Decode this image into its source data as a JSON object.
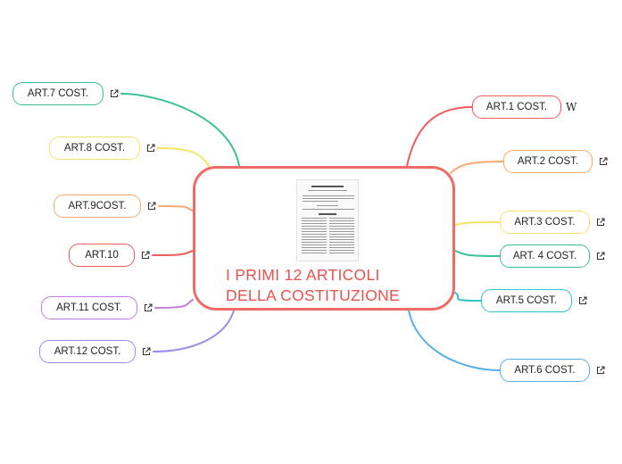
{
  "central": {
    "title": "I PRIMI 12 ARTICOLI\nDELLA COSTITUZIONE",
    "color": "#f06a66"
  },
  "document_image": {
    "icon": "constitution-document-image"
  },
  "branches": [
    {
      "id": "art7",
      "label": "ART.7 COST.",
      "color": "#3bbf98",
      "link": true
    },
    {
      "id": "art8",
      "label": "ART.8 COST.",
      "color": "#f5e36a",
      "link": true
    },
    {
      "id": "art9",
      "label": "ART.9COST.",
      "color": "#f7a96d",
      "link": true
    },
    {
      "id": "art10",
      "label": "ART.10",
      "color": "#ee5c5c",
      "link": true
    },
    {
      "id": "art11",
      "label": "ART.11 COST.",
      "color": "#c27be0",
      "link": true
    },
    {
      "id": "art12",
      "label": "ART.12 COST.",
      "color": "#9c8ce8",
      "link": true
    },
    {
      "id": "art1",
      "label": "ART.1 COST.",
      "color": "#ee5c5c",
      "link": false,
      "wiki": "W"
    },
    {
      "id": "art2",
      "label": "ART.2 COST.",
      "color": "#f7a96d",
      "link": true
    },
    {
      "id": "art3",
      "label": "ART.3 COST.",
      "color": "#f5e36a",
      "link": true
    },
    {
      "id": "art4",
      "label": "ART. 4 COST.",
      "color": "#3bbf98",
      "link": true
    },
    {
      "id": "art5",
      "label": "ART.5 COST.",
      "color": "#2fc4cc",
      "link": true
    },
    {
      "id": "art6",
      "label": "ART.6 COST.",
      "color": "#55aee8",
      "link": true
    }
  ],
  "icons": {
    "link": "external-link-icon",
    "wiki": "wikipedia-icon"
  }
}
